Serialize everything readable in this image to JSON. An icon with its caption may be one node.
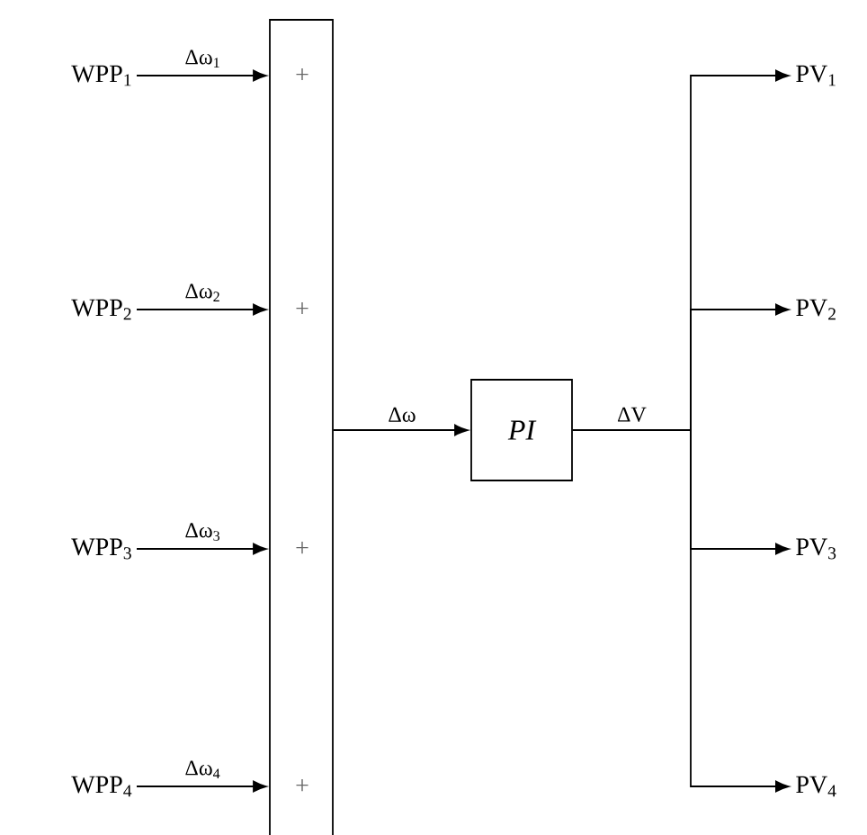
{
  "diagram": {
    "nodes": [
      {
        "text": [
          "WPP$_{1}$"
        ]
      },
      {
        "text": [
          "WPP$_{2}$"
        ]
      },
      {
        "text": [
          "WPP$_{3}$"
        ]
      },
      {
        "text": [
          "WPP$_{4}$"
        ]
      },
      {
        "text": [
          "+",
          "+",
          "+",
          "+"
        ]
      },
      {
        "text": [
          "PI"
        ]
      },
      {
        "text": [
          "PV$_{1}$"
        ]
      },
      {
        "text": [
          "PV$_{2}$"
        ]
      },
      {
        "text": [
          "PV$_{3}$"
        ]
      },
      {
        "text": [
          "PV$_{4}$"
        ]
      }
    ],
    "edges": [
      {
        "from": 0,
        "to": 4,
        "arrow": "to",
        "label": "Δω$_{1}$"
      },
      {
        "from": 1,
        "to": 4,
        "arrow": "to",
        "label": "Δω$_{2}$"
      },
      {
        "from": 2,
        "to": 4,
        "arrow": "to",
        "label": "Δω$_{3}$"
      },
      {
        "from": 3,
        "to": 4,
        "arrow": "to",
        "label": "Δω$_{4}$"
      },
      {
        "from": 4,
        "to": 5,
        "arrow": "to",
        "label": "Δω"
      },
      {
        "from": 5,
        "to": 6,
        "arrow": "to",
        "label": "ΔV"
      },
      {
        "from": 5,
        "to": 7,
        "arrow": "to"
      },
      {
        "from": 5,
        "to": 8,
        "arrow": "to"
      },
      {
        "from": 5,
        "to": 9,
        "arrow": "to"
      }
    ]
  }
}
